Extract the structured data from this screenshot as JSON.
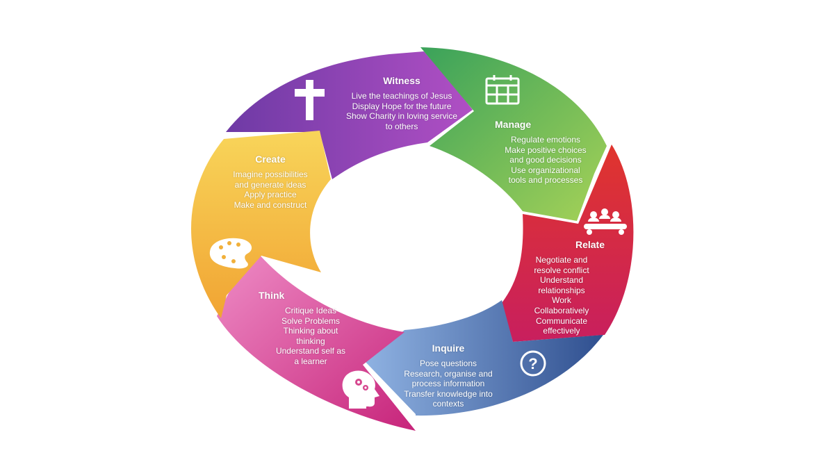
{
  "diagram": {
    "segments": [
      {
        "id": "witness",
        "title": "Witness",
        "icon": "cross-icon",
        "color": "#9a44bb",
        "lines": [
          "Live the teachings of Jesus",
          "Display Hope for the future",
          "Show Charity in loving service",
          "to others"
        ]
      },
      {
        "id": "manage",
        "title": "Manage",
        "icon": "calendar-icon",
        "color": "#6abf4b",
        "lines": [
          "Regulate emotions",
          "Make positive choices",
          "and good decisions",
          "Use organizational",
          "tools and processes"
        ]
      },
      {
        "id": "relate",
        "title": "Relate",
        "icon": "group-meeting-icon",
        "color": "#d8263f",
        "lines": [
          "Negotiate and",
          "resolve conflict",
          "Understand",
          "relationships",
          "Work",
          "Collaboratively",
          "Communicate",
          "effectively"
        ]
      },
      {
        "id": "inquire",
        "title": "Inquire",
        "icon": "question-mark-icon",
        "color": "#6f93c9",
        "lines": [
          "Pose questions",
          "Research, organise and",
          "process information",
          "Transfer knowledge into",
          "contexts"
        ]
      },
      {
        "id": "think",
        "title": "Think",
        "icon": "head-gears-icon",
        "color": "#e45aa6",
        "lines": [
          "Critique Ideas",
          "Solve Problems",
          "Thinking about",
          "thinking",
          "Understand self as",
          "a learner"
        ]
      },
      {
        "id": "create",
        "title": "Create",
        "icon": "palette-icon",
        "color": "#f2b733",
        "lines": [
          "Imagine possibilities",
          "and generate ideas",
          "Apply practice",
          "Make and construct"
        ]
      }
    ]
  }
}
